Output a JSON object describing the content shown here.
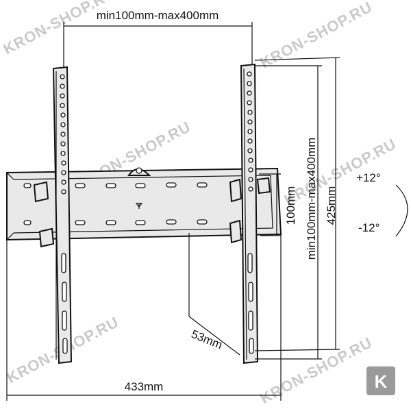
{
  "dimensions": {
    "top_width": "min100mm-max400mm",
    "right_vertical": "min100mm-max400mm",
    "height_100": "100mm",
    "height_425": "425mm",
    "depth": "53mm",
    "width_433": "433mm"
  },
  "tilt": {
    "up": "+12°",
    "down": "-12°"
  },
  "watermark": {
    "text": "KRON-SHOP.RU",
    "logo_letter": "K"
  }
}
